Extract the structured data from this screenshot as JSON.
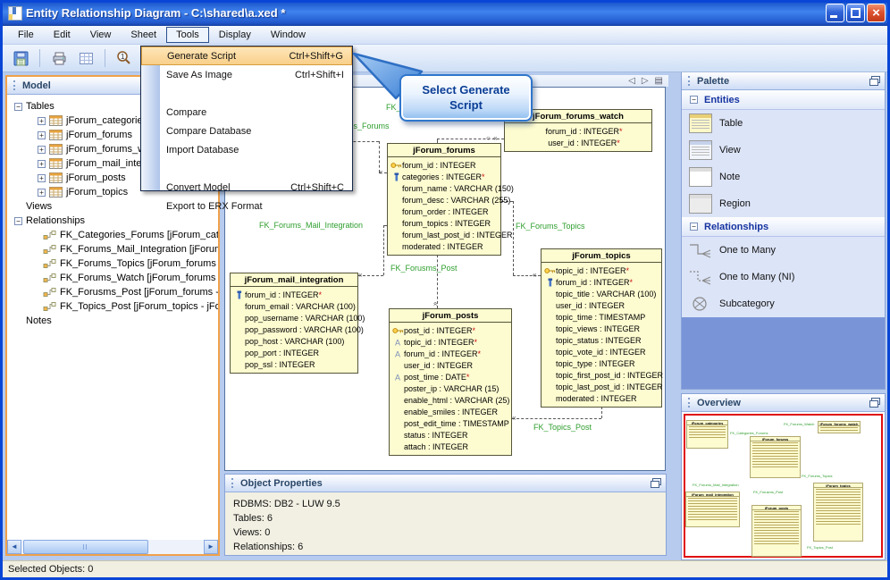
{
  "window": {
    "title": "Entity Relationship Diagram - C:\\shared\\a.xed *",
    "status": "Selected Objects: 0"
  },
  "menu_bar": {
    "items": [
      {
        "label": "File",
        "state": ""
      },
      {
        "label": "Edit",
        "state": ""
      },
      {
        "label": "View",
        "state": ""
      },
      {
        "label": "Sheet",
        "state": ""
      },
      {
        "label": "Tools",
        "state": "open"
      },
      {
        "label": "Display",
        "state": ""
      },
      {
        "label": "Window",
        "state": ""
      }
    ]
  },
  "toolbar": {
    "icons": [
      "save",
      "print",
      "grid",
      "zoom-actual-size",
      "zoom-in",
      "zoom-out"
    ]
  },
  "tools_menu": {
    "items": [
      {
        "type": "item",
        "state": "hl",
        "ic": "",
        "label": "Generate Script",
        "shortcut": "Ctrl+Shift+G"
      },
      {
        "type": "item",
        "state": "",
        "ic": "",
        "label": "Save As Image",
        "shortcut": "Ctrl+Shift+I"
      },
      {
        "type": "sep"
      },
      {
        "type": "item",
        "state": "",
        "ic": "compare",
        "label": "Compare",
        "shortcut": ""
      },
      {
        "type": "item",
        "state": "",
        "ic": "",
        "label": "Compare Database",
        "shortcut": ""
      },
      {
        "type": "item",
        "state": "",
        "ic": "",
        "label": "Import Database",
        "shortcut": ""
      },
      {
        "type": "sep"
      },
      {
        "type": "item",
        "state": "",
        "ic": "",
        "label": "Convert Model",
        "shortcut": "Ctrl+Shift+C"
      },
      {
        "type": "item",
        "state": "",
        "ic": "",
        "label": "Export to ERX Format",
        "shortcut": ""
      }
    ]
  },
  "callout": {
    "text_line1": "Select Generate",
    "text_line2": "Script"
  },
  "model_panel": {
    "title": "Model",
    "tree": {
      "tables_label": "Tables",
      "views_label": "Views",
      "relationships_label": "Relationships",
      "notes_label": "Notes",
      "tables": [
        {
          "label": "jForum_categories"
        },
        {
          "label": "jForum_forums"
        },
        {
          "label": "jForum_forums_watch"
        },
        {
          "label": "jForum_mail_integration"
        },
        {
          "label": "jForum_posts"
        },
        {
          "label": "jForum_topics"
        }
      ],
      "relationships": [
        {
          "label": "FK_Categories_Forums [jForum_categories - jForum_forums]"
        },
        {
          "label": "FK_Forums_Mail_Integration [jForum_forums - jForum_mail_integration]"
        },
        {
          "label": "FK_Forums_Topics [jForum_forums - jForum_topics]"
        },
        {
          "label": "FK_Forums_Watch [jForum_forums - jForum_forums_watch]"
        },
        {
          "label": "FK_Forusms_Post [jForum_forums - jForum_posts]"
        },
        {
          "label": "FK_Topics_Post [jForum_topics - jForum_posts]"
        }
      ]
    }
  },
  "canvas": {
    "entities": [
      {
        "title": "jForum_forums_watch",
        "rows": [
          {
            "icon": "",
            "text": "forum_id : INTEGER",
            "req": "*"
          },
          {
            "icon": "",
            "text": "user_id : INTEGER",
            "req": "*"
          }
        ]
      },
      {
        "title": "jForum_forums",
        "rows": [
          {
            "icon": "pk",
            "text": "forum_id : INTEGER",
            "req": ""
          },
          {
            "icon": "fk",
            "text": "categories : INTEGER",
            "req": "*"
          },
          {
            "icon": "",
            "text": "forum_name : VARCHAR (150)",
            "req": ""
          },
          {
            "icon": "",
            "text": "forum_desc : VARCHAR (255)",
            "req": ""
          },
          {
            "icon": "",
            "text": "forum_order : INTEGER",
            "req": ""
          },
          {
            "icon": "",
            "text": "forum_topics : INTEGER",
            "req": ""
          },
          {
            "icon": "",
            "text": "forum_last_post_id : INTEGER",
            "req": ""
          },
          {
            "icon": "",
            "text": "moderated : INTEGER",
            "req": ""
          }
        ]
      },
      {
        "title": "jForum_topics",
        "rows": [
          {
            "icon": "pk",
            "text": "topic_id : INTEGER",
            "req": "*"
          },
          {
            "icon": "fk",
            "text": "forum_id : INTEGER",
            "req": "*"
          },
          {
            "icon": "",
            "text": "topic_title : VARCHAR (100)",
            "req": ""
          },
          {
            "icon": "",
            "text": "user_id : INTEGER",
            "req": ""
          },
          {
            "icon": "",
            "text": "topic_time : TIMESTAMP",
            "req": ""
          },
          {
            "icon": "",
            "text": "topic_views : INTEGER",
            "req": ""
          },
          {
            "icon": "",
            "text": "topic_status : INTEGER",
            "req": ""
          },
          {
            "icon": "",
            "text": "topic_vote_id : INTEGER",
            "req": ""
          },
          {
            "icon": "",
            "text": "topic_type : INTEGER",
            "req": ""
          },
          {
            "icon": "",
            "text": "topic_first_post_id : INTEGER",
            "req": ""
          },
          {
            "icon": "",
            "text": "topic_last_post_id : INTEGER",
            "req": ""
          },
          {
            "icon": "",
            "text": "moderated : INTEGER",
            "req": ""
          }
        ]
      },
      {
        "title": "jForum_mail_integration",
        "rows": [
          {
            "icon": "fk",
            "text": "forum_id : INTEGER",
            "req": "*"
          },
          {
            "icon": "",
            "text": "forum_email : VARCHAR (100)",
            "req": ""
          },
          {
            "icon": "",
            "text": "pop_username : VARCHAR (100)",
            "req": ""
          },
          {
            "icon": "",
            "text": "pop_password : VARCHAR (100)",
            "req": ""
          },
          {
            "icon": "",
            "text": "pop_host : VARCHAR (100)",
            "req": ""
          },
          {
            "icon": "",
            "text": "pop_port : INTEGER",
            "req": ""
          },
          {
            "icon": "",
            "text": "pop_ssl : INTEGER",
            "req": ""
          }
        ]
      },
      {
        "title": "jForum_posts",
        "rows": [
          {
            "icon": "pk",
            "text": "post_id : INTEGER",
            "req": "*"
          },
          {
            "icon": "fka",
            "text": "topic_id : INTEGER",
            "req": "*"
          },
          {
            "icon": "fka",
            "text": "forum_id : INTEGER",
            "req": "*"
          },
          {
            "icon": "",
            "text": "user_id : INTEGER",
            "req": ""
          },
          {
            "icon": "fka",
            "text": "post_time : DATE",
            "req": "*"
          },
          {
            "icon": "",
            "text": "poster_ip : VARCHAR (15)",
            "req": ""
          },
          {
            "icon": "",
            "text": "enable_html : VARCHAR (25)",
            "req": ""
          },
          {
            "icon": "",
            "text": "enable_smiles : INTEGER",
            "req": ""
          },
          {
            "icon": "",
            "text": "post_edit_time : TIMESTAMP",
            "req": ""
          },
          {
            "icon": "",
            "text": "status : INTEGER",
            "req": ""
          },
          {
            "icon": "",
            "text": "attach : INTEGER",
            "req": ""
          }
        ]
      }
    ],
    "labels": [
      {
        "text": "FK_Categories_Forums"
      },
      {
        "text": "FK_Forums_Watch"
      },
      {
        "text": "FK_Forums_Mail_Integration"
      },
      {
        "text": "FK_Forums_Topics"
      },
      {
        "text": "FK_Forusms_Post"
      },
      {
        "text": "FK_Topics_Post"
      }
    ]
  },
  "object_properties": {
    "title": "Object Properties",
    "lines": [
      "RDBMS: DB2 - LUW 9.5",
      "Tables: 6",
      "Views: 0",
      "Relationships: 6"
    ]
  },
  "palette": {
    "title": "Palette",
    "entities_section": {
      "label": "Entities",
      "items": [
        {
          "label": "Table",
          "kind": "table"
        },
        {
          "label": "View",
          "kind": "view"
        },
        {
          "label": "Note",
          "kind": "note"
        },
        {
          "label": "Region",
          "kind": "region"
        }
      ]
    },
    "relationships_section": {
      "label": "Relationships",
      "items": [
        {
          "label": "One to Many",
          "kind": "one2many"
        },
        {
          "label": "One to Many (NI)",
          "kind": "one2many-ni"
        },
        {
          "label": "Subcategory",
          "kind": "subcat"
        }
      ]
    }
  },
  "overview": {
    "title": "Overview",
    "entities": [
      "jForum_categories",
      "jForum_forums_watch",
      "jForum_forums",
      "jForum_topics",
      "jForum_mail_integration",
      "jForum_posts"
    ]
  }
}
